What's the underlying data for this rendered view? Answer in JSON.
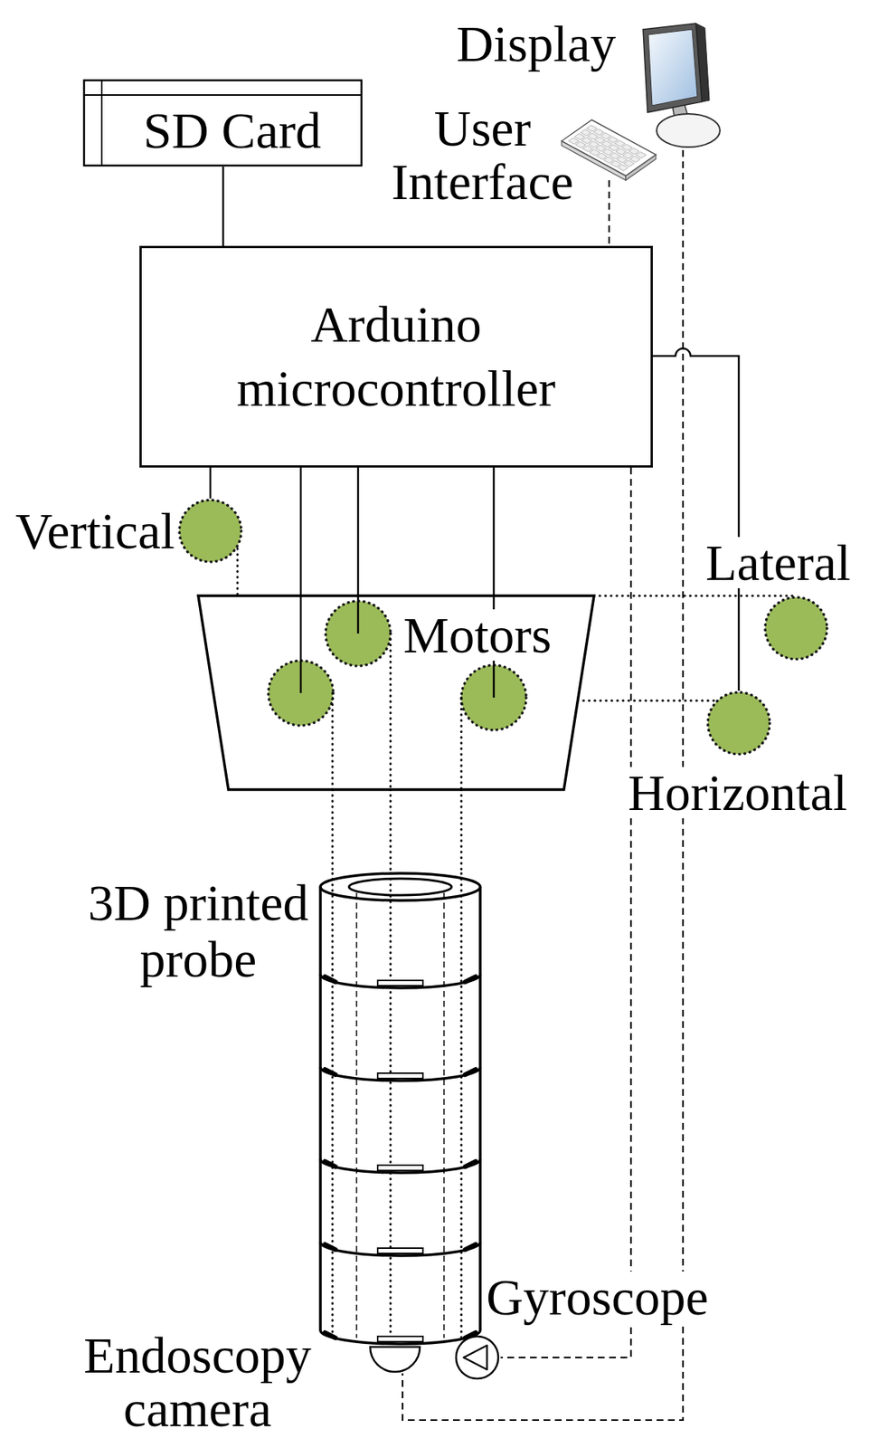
{
  "diagram": {
    "nodes": [
      {
        "text": [
          "SD Card"
        ]
      },
      {
        "text": [
          "Display"
        ]
      },
      {
        "text": [
          "User Interface"
        ]
      },
      {
        "text": [
          "Arduino microcontroller"
        ]
      },
      {
        "text": [
          "Vertical"
        ]
      },
      {
        "text": [
          "Motors"
        ]
      },
      {
        "text": [
          "Lateral"
        ]
      },
      {
        "text": [
          "Horizontal"
        ]
      },
      {
        "text": [
          "3D printed probe"
        ]
      },
      {
        "text": [
          "Endoscopy camera"
        ]
      },
      {
        "text": [
          "Gyroscope"
        ]
      }
    ],
    "edges": [
      {
        "from": 0,
        "to": 3,
        "arrow": "none"
      },
      {
        "from": 2,
        "to": 3,
        "arrow": "none"
      },
      {
        "from": 3,
        "to": 4,
        "arrow": "none"
      },
      {
        "from": 3,
        "to": 5,
        "arrow": "none"
      },
      {
        "from": 3,
        "to": 5,
        "arrow": "none"
      },
      {
        "from": 3,
        "to": 5,
        "arrow": "none"
      },
      {
        "from": 3,
        "to": 7,
        "arrow": "none"
      },
      {
        "from": 3,
        "to": 10,
        "arrow": "none"
      },
      {
        "from": 1,
        "to": 9,
        "arrow": "none"
      },
      {
        "from": 4,
        "to": 5,
        "arrow": "none"
      },
      {
        "from": 5,
        "to": 6,
        "arrow": "none"
      },
      {
        "from": 5,
        "to": 7,
        "arrow": "none"
      },
      {
        "from": 5,
        "to": 8,
        "arrow": "none"
      },
      {
        "from": 5,
        "to": 8,
        "arrow": "none"
      },
      {
        "from": 5,
        "to": 8,
        "arrow": "none"
      }
    ]
  }
}
